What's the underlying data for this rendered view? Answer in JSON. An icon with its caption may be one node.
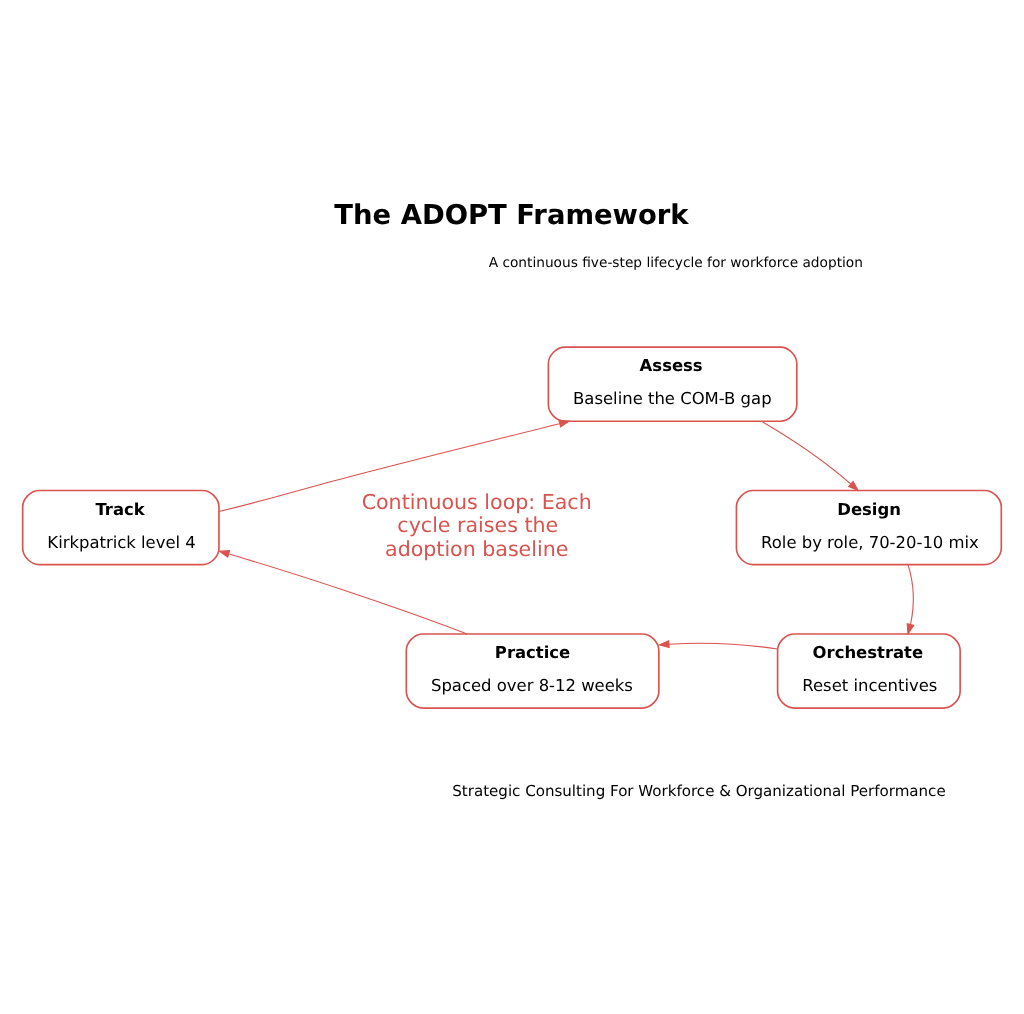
{
  "diagram": {
    "title": "The ADOPT Framework",
    "nodes": [
      {
        "text": [
          "Assess",
          "Baseline the COM-B gap"
        ]
      },
      {
        "text": [
          "Design",
          "Role by role, 70-20-10 mix"
        ]
      },
      {
        "text": [
          "Orchestrate",
          "Reset incentives"
        ]
      },
      {
        "text": [
          "Practice",
          "Spaced over 8-12 weeks"
        ]
      },
      {
        "text": [
          "Track",
          "Kirkpatrick level 4"
        ]
      }
    ],
    "edges": [
      {
        "from": 0,
        "to": 1,
        "arrow": "to"
      },
      {
        "from": 1,
        "to": 2,
        "arrow": "to"
      },
      {
        "from": 2,
        "to": 3,
        "arrow": "to"
      },
      {
        "from": 3,
        "to": 4,
        "arrow": "to"
      },
      {
        "from": 4,
        "to": 0,
        "arrow": "to"
      }
    ],
    "labels": [
      "A continuous five-step lifecycle for workforce adoption",
      "Continuous loop: Each cycle raises the adoption baseline",
      "Strategic Consulting For Workforce & Organizational Performance"
    ]
  }
}
